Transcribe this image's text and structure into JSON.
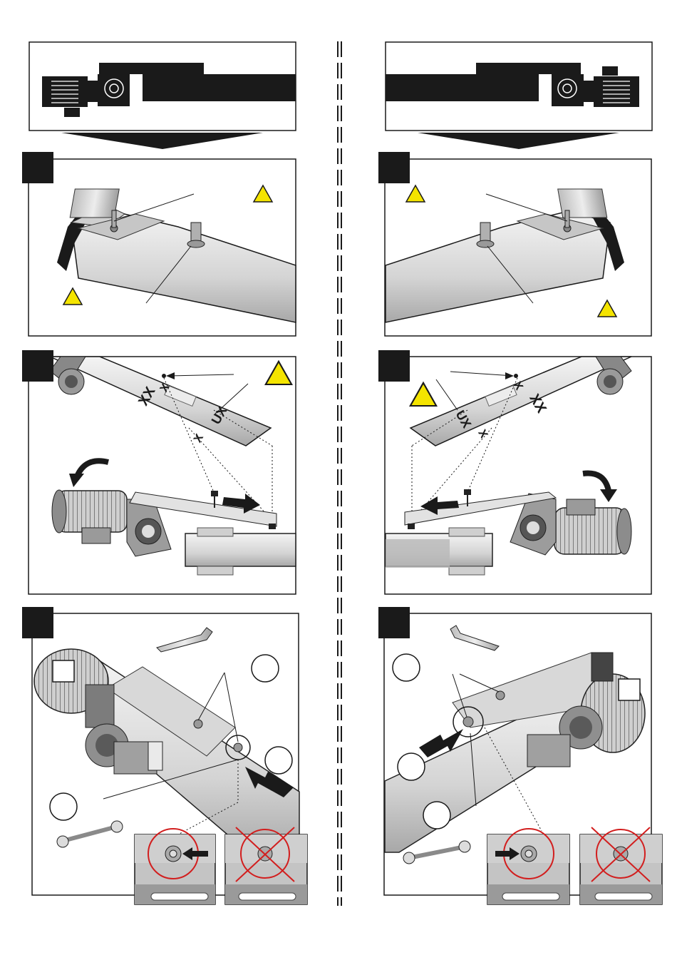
{
  "page": {
    "background": "#ffffff"
  },
  "colors": {
    "ink": "#1a1a1a",
    "warning": "#f4e400",
    "cross": "#d21e1e",
    "metal": "#d6d6d6"
  },
  "left_column": {
    "panel_2": {
      "arrow_text": "XX",
      "profile_text_1": "XX",
      "profile_text_2": "UX"
    },
    "panel_3_icon": "open-end-spanner-icon"
  },
  "right_column": {
    "panel_2": {
      "arrow_text": "XX",
      "profile_text_1": "XX",
      "profile_text_2": "UX"
    },
    "panel_3_icon": "open-end-spanner-icon"
  },
  "icons": [
    "warning-triangle-icon",
    "socket-wrench-icon",
    "open-end-spanner-icon",
    "prohibited-cross-icon",
    "push-arrow-icon",
    "rotate-arrow-icon"
  ]
}
